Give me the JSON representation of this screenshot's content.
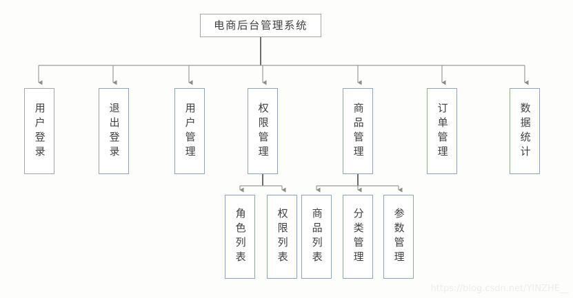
{
  "diagram": {
    "title": "电商后台管理系统",
    "type": "org-tree",
    "background_color": "#fdfdfc",
    "colors": {
      "box_border_blue": "#8aa4c2",
      "box_border_gray": "#a6a6a6",
      "box_fill": "#ffffff",
      "connector_gray": "#9a9a9a",
      "connector_dark": "#6b6b6b",
      "text": "#404040",
      "watermark": "#ececed"
    },
    "root": {
      "label": "电商后台管理系统",
      "border": "gray"
    },
    "level2": [
      {
        "label": "用户登录",
        "border": "gray"
      },
      {
        "label": "退出登录",
        "border": "blue"
      },
      {
        "label": "用户管理",
        "border": "blue"
      },
      {
        "label": "权限管理",
        "border": "blue"
      },
      {
        "label": "商品管理",
        "border": "blue"
      },
      {
        "label": "订单管理",
        "border": "blue"
      },
      {
        "label": "数据统计",
        "border": "blue"
      }
    ],
    "level3_permission": [
      {
        "label": "角色列表",
        "border": "blue",
        "parent": "权限管理"
      },
      {
        "label": "权限列表",
        "border": "blue",
        "parent": "权限管理"
      }
    ],
    "level3_product": [
      {
        "label": "商品列表",
        "border": "blue",
        "parent": "商品管理"
      },
      {
        "label": "分类管理",
        "border": "blue",
        "parent": "商品管理"
      },
      {
        "label": "参数管理",
        "border": "blue",
        "parent": "商品管理"
      }
    ]
  },
  "watermark": {
    "text": "https://blog.csdn.net/YINZHE__"
  }
}
